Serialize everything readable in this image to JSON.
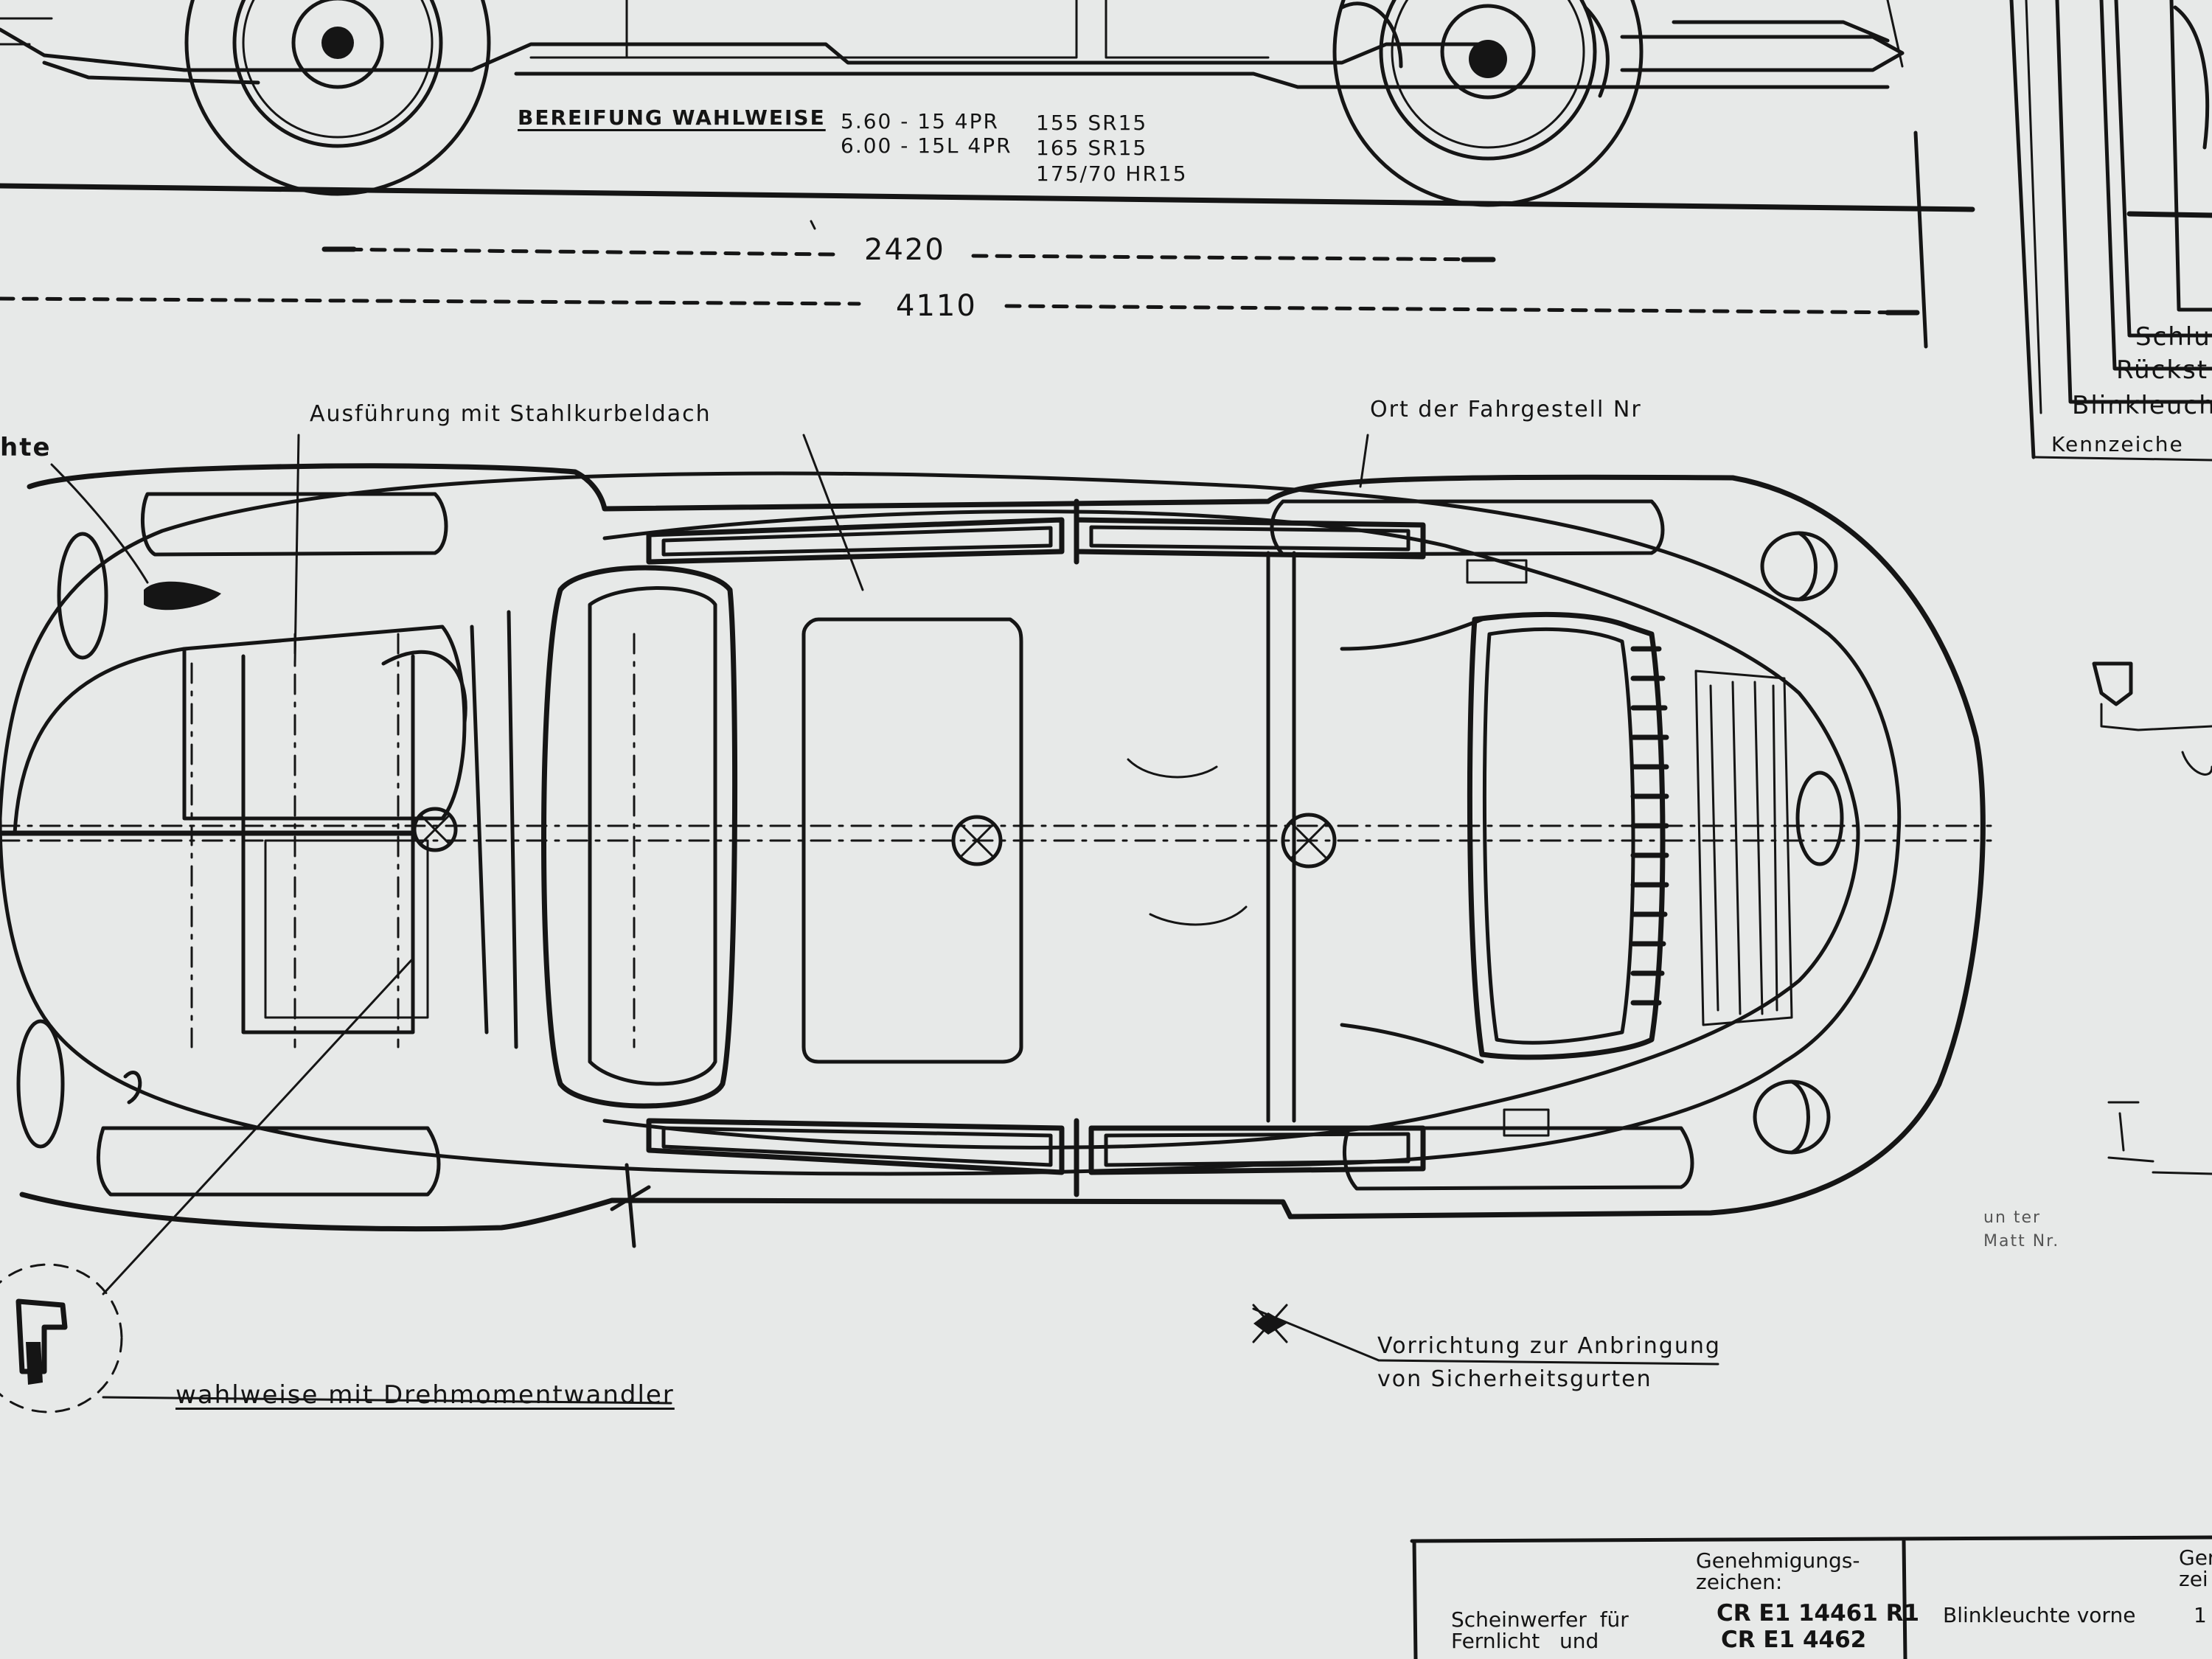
{
  "tyres": {
    "heading": "BEREIFUNG WAHLWEISE",
    "col1": [
      "5.60 - 15  4PR",
      "6.00 - 15L  4PR"
    ],
    "col2": [
      "155  SR15",
      "165  SR15",
      "175/70  HR15"
    ]
  },
  "dimensions": {
    "wheelbase": "2420",
    "overall_length": "4110"
  },
  "annotations": {
    "steel_sunroof": "Ausführung  mit  Stahlkurbeldach",
    "chassis_number_location": "Ort  der  Fahrgestell  Nr",
    "torque_converter": "wahlweise  mit  Drehmomentwandler",
    "seatbelt_mount_line1": "Vorrichtung  zur  Anbringung",
    "seatbelt_mount_line2": "von  Sicherheitsgurten",
    "left_edge_fragment": "hte",
    "right_small_line1": "un  ter",
    "right_small_line2": "Matt  Nr."
  },
  "legend_right": [
    "Schlu",
    "Rückst",
    "Blinkleuch",
    "Kennzeiche"
  ],
  "approval_table": {
    "col_header": "Genehmigungs-\nzeichen:",
    "row_label": "Scheinwerfer  für\nFernlicht   und",
    "codes": [
      "CR E1 14461 R1",
      "CR E1 4462"
    ],
    "col2_label": "Blinkleuchte vorne",
    "col3_header_fragment": "Ger\nzei",
    "col3_value_fragment": "1"
  }
}
